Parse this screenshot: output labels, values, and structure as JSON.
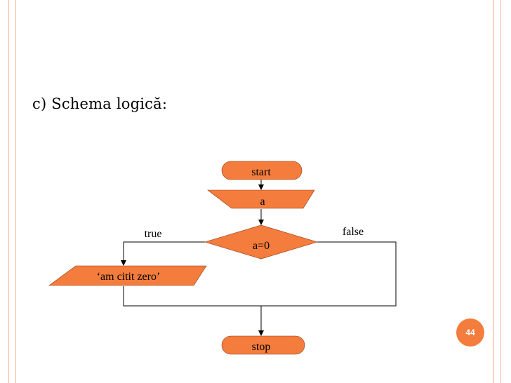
{
  "slide": {
    "title": "c) Schema logică:",
    "page_number": "44"
  },
  "flowchart": {
    "start_label": "start",
    "input_label": "a",
    "decision_label": "a=0",
    "true_label": "true",
    "false_label": "false",
    "output_label": "‘am citit zero’",
    "stop_label": "stop"
  },
  "colors": {
    "shape_fill": "#f47c3c",
    "border_accent": "#f4b79e",
    "page_badge": "#f47c3c"
  }
}
